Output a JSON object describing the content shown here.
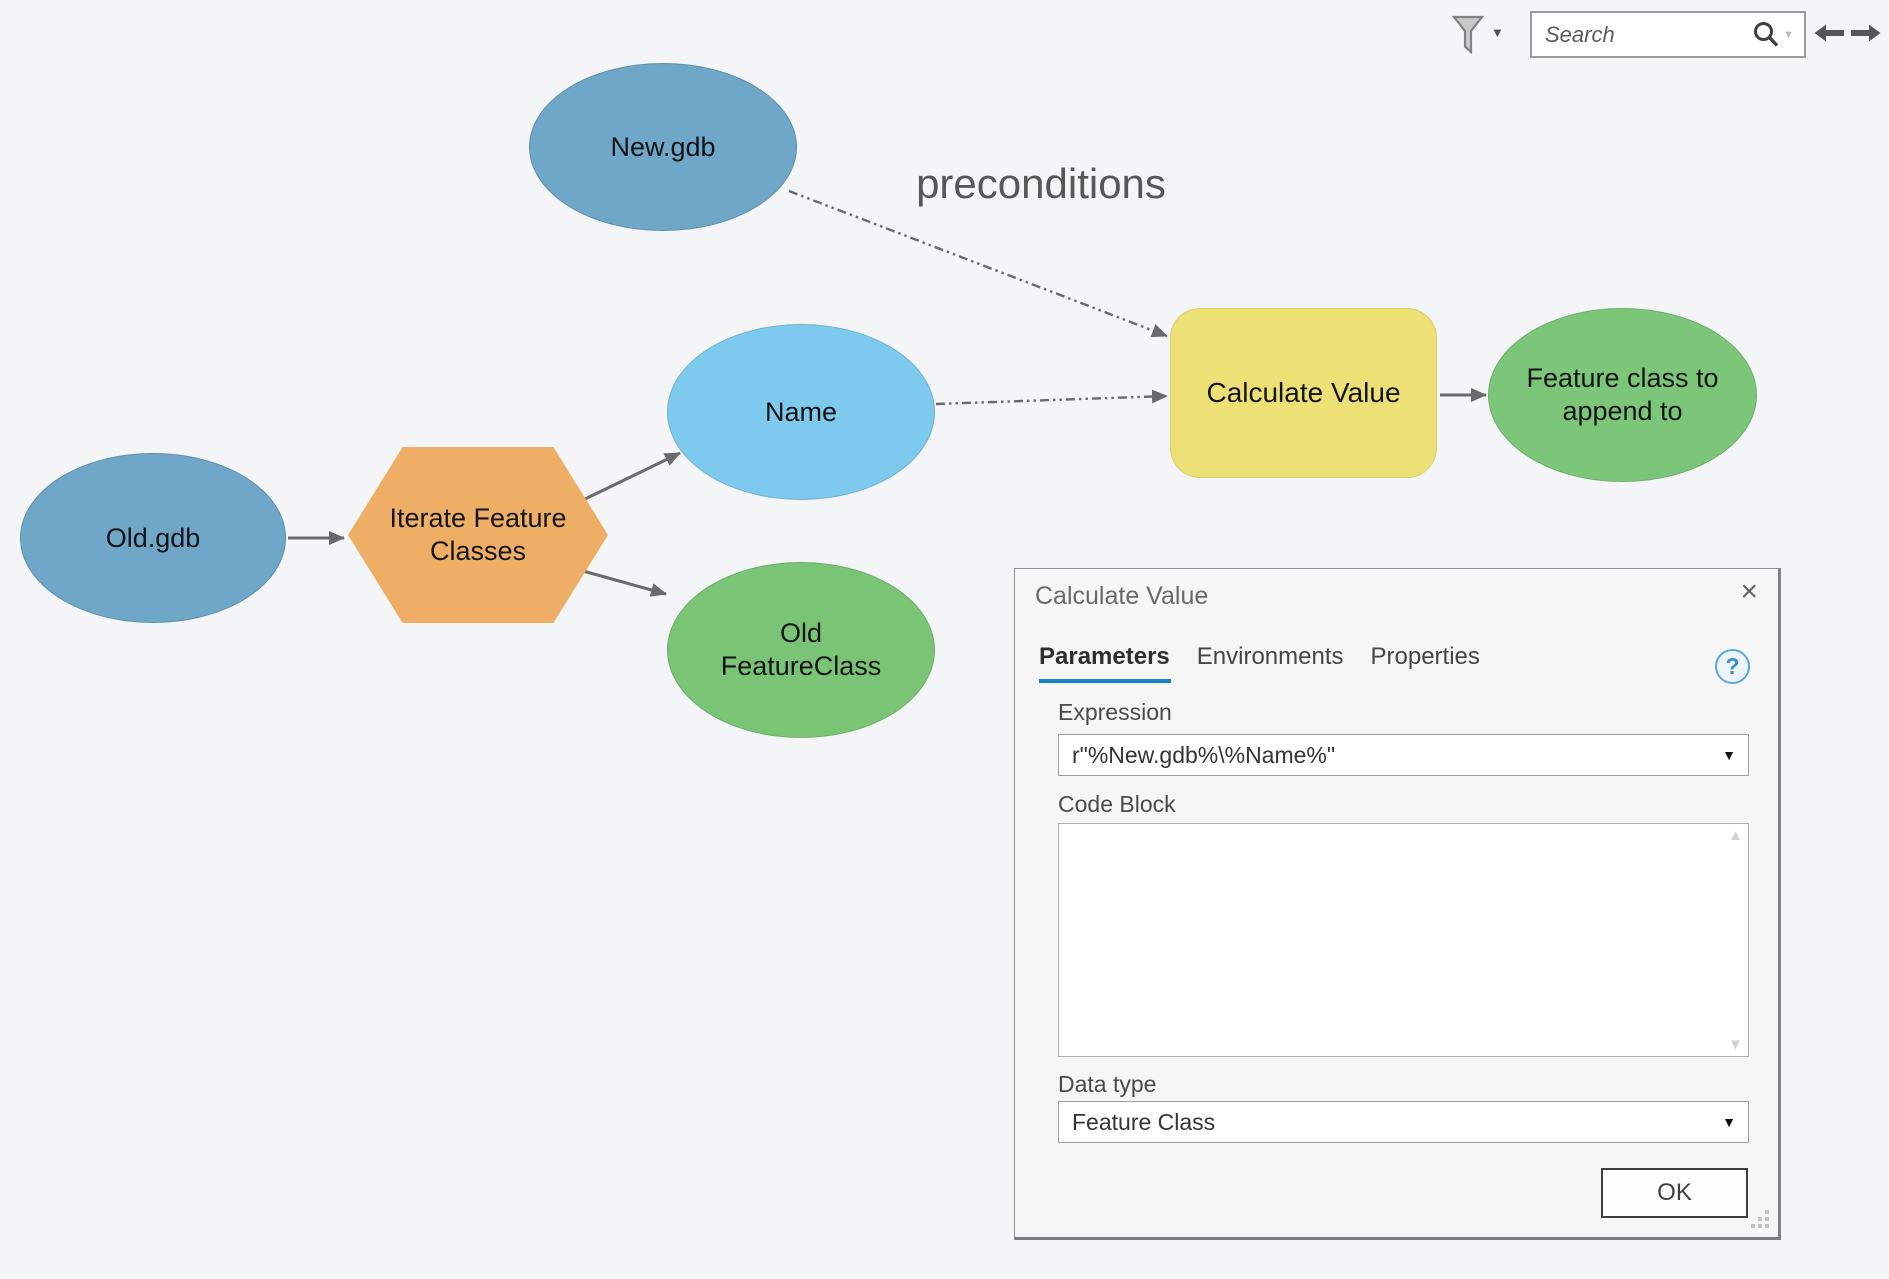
{
  "toolbar": {
    "search": {
      "placeholder": "Search"
    },
    "icons": {
      "filter_caret": "▼",
      "search_caret": "▼"
    }
  },
  "model": {
    "precondition_label": "preconditions",
    "nodes": {
      "new_gdb": "New.gdb",
      "name": "Name",
      "old_gdb": "Old.gdb",
      "iterate": "Iterate Feature Classes",
      "old_feature_class": "Old FeatureClass",
      "calculate_value": "Calculate Value",
      "append_target": "Feature class to append to"
    }
  },
  "dialog": {
    "title": "Calculate Value",
    "close_glyph": "×",
    "tabs": {
      "parameters": "Parameters",
      "environments": "Environments",
      "properties": "Properties"
    },
    "active_tab": "Parameters",
    "help_glyph": "?",
    "expression": {
      "label": "Expression",
      "value": "r\"%New.gdb%\\%Name%\""
    },
    "code_block": {
      "label": "Code Block",
      "value": ""
    },
    "data_type": {
      "label": "Data type",
      "value": "Feature Class"
    },
    "ok_label": "OK",
    "icons": {
      "combo_caret": "▼",
      "scroll_up": "▲",
      "scroll_down": "▼"
    }
  },
  "colors": {
    "canvas_background": "#f4f5f6",
    "data_node_blue": "#6fa7c8",
    "variable_node_blue": "#7ec9ee",
    "output_node_green": "#7ac476",
    "iterator_orange": "#efae65",
    "tool_yellow": "#ede175",
    "connector_gray": "#6a6a6a",
    "tab_accent_blue": "#1583c5",
    "help_blue": "#3d8fc9"
  }
}
